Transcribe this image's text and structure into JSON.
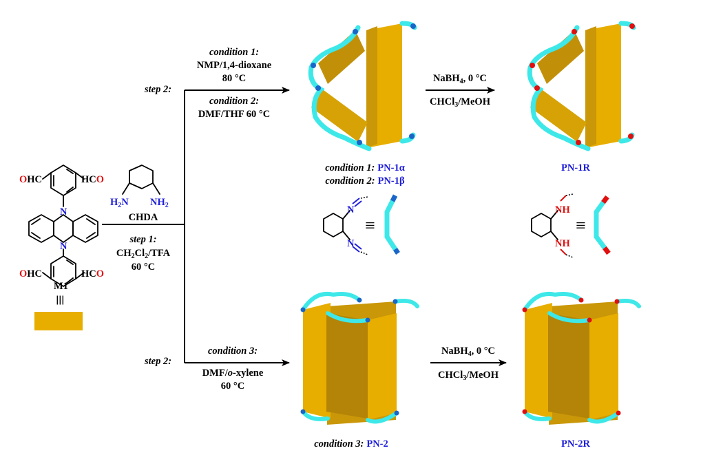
{
  "colors": {
    "panel": "#e7ae00",
    "panel_shade": "#b38408",
    "linker_imine": "#3ee8e8",
    "linker_imine_end": "#1a66c8",
    "linker_amine_end": "#e01010",
    "compound_label": "#1f1fd9",
    "heteroatom_O": "#e01010",
    "heteroatom_N": "#1f1fd9"
  },
  "monomer": {
    "cho_top_left": {
      "O": "O",
      "rest": "HC"
    },
    "cho_top_right": {
      "rest": "HC",
      "O": "O"
    },
    "cho_bottom_left": {
      "O": "O",
      "rest": "HC"
    },
    "cho_bottom_right": {
      "rest": "HC",
      "O": "O"
    },
    "n_top": "N",
    "n_bottom": "N",
    "name": "M1",
    "equiv_symbol": "≡",
    "icon": "rectangle-panel"
  },
  "chda": {
    "h2n_left": "H",
    "h2n_left_sub": "2",
    "h2n_left_n": "N",
    "nh2_right": "NH",
    "nh2_right_sub": "2",
    "name": "CHDA"
  },
  "step1": {
    "label": "step 1:",
    "solvent_a": "CH",
    "solvent_sub": "2",
    "solvent_b": "Cl",
    "solvent_sub2": "2",
    "solvent_c": "/TFA",
    "temp": "60 °C"
  },
  "upper_route": {
    "step_label": "step 2:",
    "cond1_title": "condition 1:",
    "cond1_line1": "NMP/1,4-dioxane",
    "cond1_line2": "80 °C",
    "cond2_title": "condition 2:",
    "cond2_line1": "DMF/THF 60 °C",
    "product_cond1": "condition 1:",
    "product_name1": "PN-1α",
    "product_cond2": "condition 2:",
    "product_name2": "PN-1β",
    "reduction_reagent": "NaBH",
    "reduction_reagent_sub": "4",
    "reduction_temp": ", 0 °C",
    "reduction_solvent_a": "CHCl",
    "reduction_solvent_sub": "3",
    "reduction_solvent_b": "/MeOH",
    "reduced_name": "PN-1R"
  },
  "lower_route": {
    "step_label": "step 2:",
    "cond3_title": "condition 3:",
    "cond3_line1_a": "DMF/",
    "cond3_line1_it": "o",
    "cond3_line1_b": "-xylene",
    "cond3_line2": "60 °C",
    "product_cond3": "condition 3:",
    "product_name3": "PN-2",
    "reduction_reagent": "NaBH",
    "reduction_reagent_sub": "4",
    "reduction_temp": ", 0 °C",
    "reduction_solvent_a": "CHCl",
    "reduction_solvent_sub": "3",
    "reduction_solvent_b": "/MeOH",
    "reduced_name": "PN-2R"
  },
  "linkers": {
    "imine_n_top": "N",
    "imine_n_bottom": "N",
    "amine_top": "NH",
    "amine_bottom": "NH",
    "equiv_symbol": "≡"
  }
}
